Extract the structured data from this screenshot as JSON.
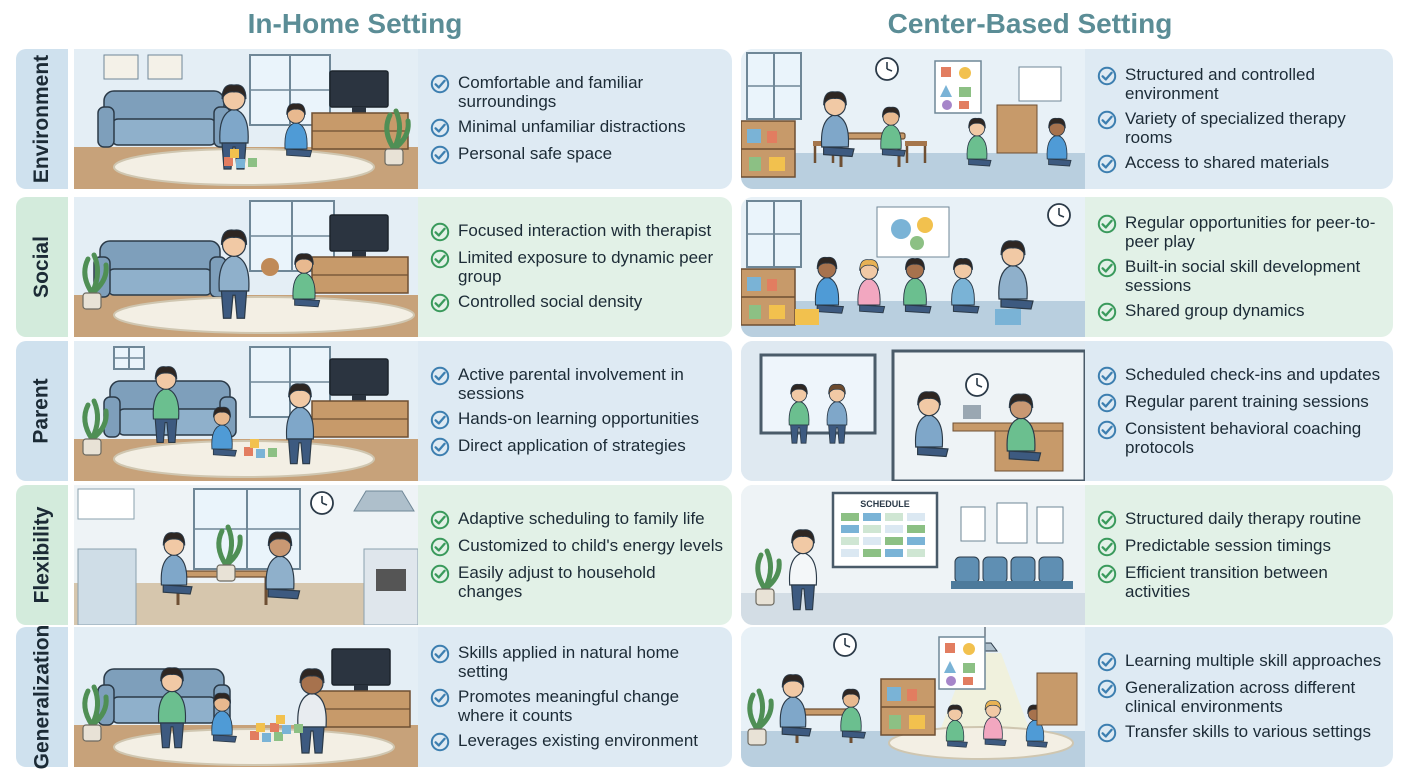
{
  "columns": {
    "home": {
      "title": "In-Home Setting"
    },
    "center": {
      "title": "Center-Based Setting"
    }
  },
  "colors": {
    "title": "#5b8d96",
    "check_green": "#3a9a5c",
    "check_blue": "#3d7fb0",
    "blue_row": "#deeaf3",
    "green_row": "#e2f1e7"
  },
  "rows": [
    {
      "label": "Environment",
      "home": [
        "Comfortable and familiar surroundings",
        "Minimal unfamiliar distractions",
        "Personal safe space"
      ],
      "center": [
        "Structured and controlled environment",
        "Variety of specialized therapy rooms",
        "Access to shared materials"
      ]
    },
    {
      "label": "Social",
      "home": [
        "Focused interaction with therapist",
        "Limited exposure to dynamic peer group",
        "Controlled social density"
      ],
      "center": [
        "Regular opportunities for peer-to-peer play",
        "Built-in social skill development sessions",
        "Shared group dynamics"
      ]
    },
    {
      "label": "Parent",
      "home": [
        "Active parental involvement in sessions",
        "Hands-on learning opportunities",
        "Direct application of strategies"
      ],
      "center": [
        "Scheduled check-ins and updates",
        "Regular parent training sessions",
        "Consistent behavioral coaching protocols"
      ]
    },
    {
      "label": "Flexibility",
      "home": [
        "Adaptive scheduling to family life",
        "Customized to child's energy levels",
        "Easily adjust to household changes"
      ],
      "center": [
        "Structured daily therapy routine",
        "Predictable session timings",
        "Efficient transition between activities"
      ]
    },
    {
      "label": "Generalization",
      "home": [
        "Skills applied in natural home setting",
        "Promotes meaningful change where it counts",
        "Leverages existing environment"
      ],
      "center": [
        "Learning multiple skill approaches",
        "Generalization across different clinical environments",
        "Transfer skills to various settings"
      ]
    }
  ],
  "scene_labels": {
    "schedule_board": "SCHEDULE"
  }
}
